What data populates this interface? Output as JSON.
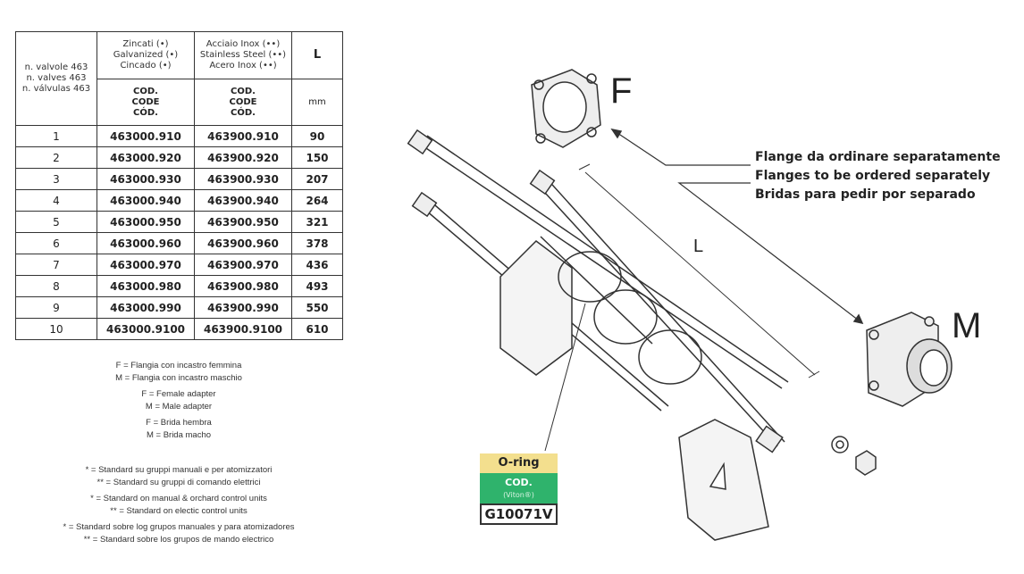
{
  "table": {
    "col_valves": [
      "n. valvole 463",
      "n. valves 463",
      "n. válvulas 463"
    ],
    "col_zinc": [
      "Zincati (•)",
      "Galvanized (•)",
      "Cincado (•)"
    ],
    "col_inox": [
      "Acciaio Inox (••)",
      "Stainless Steel (••)",
      "Acero Inox (••)"
    ],
    "col_L": "L",
    "code": [
      "COD.",
      "CODE",
      "CÓD."
    ],
    "unit": "mm",
    "rows": [
      [
        "1",
        "463000.910",
        "463900.910",
        "90"
      ],
      [
        "2",
        "463000.920",
        "463900.920",
        "150"
      ],
      [
        "3",
        "463000.930",
        "463900.930",
        "207"
      ],
      [
        "4",
        "463000.940",
        "463900.940",
        "264"
      ],
      [
        "5",
        "463000.950",
        "463900.950",
        "321"
      ],
      [
        "6",
        "463000.960",
        "463900.960",
        "378"
      ],
      [
        "7",
        "463000.970",
        "463900.970",
        "436"
      ],
      [
        "8",
        "463000.980",
        "463900.980",
        "493"
      ],
      [
        "9",
        "463000.990",
        "463900.990",
        "550"
      ],
      [
        "10",
        "463000.9100",
        "463900.9100",
        "610"
      ]
    ]
  },
  "notes_flange": [
    "F = Flangia con incastro femmina",
    "M = Flangia con incastro maschio",
    "F = Female adapter",
    "M = Male adapter",
    "F = Brida hembra",
    "M = Brida macho"
  ],
  "notes_standard": [
    "* = Standard su gruppi manuali e per atomizzatori",
    "** = Standard su gruppi di comando elettrici",
    "* = Standard on manual & orchard control units",
    "** = Standard on electic control units",
    "* = Standard sobre log grupos manuales y para atomizadores",
    "** = Standard sobre los grupos de mando electrico"
  ],
  "drawing": {
    "label_F": "F",
    "label_M": "M",
    "label_L": "L",
    "callout": [
      "Flange da ordinare separatamente",
      "Flanges to be ordered separately",
      "Bridas para pedir por separado"
    ]
  },
  "oring": {
    "title": "O-ring",
    "code": "COD.",
    "material": "(Viton®)",
    "value": "G10071V",
    "title_color": "#f3df8e",
    "code_color": "#2fb36c"
  }
}
